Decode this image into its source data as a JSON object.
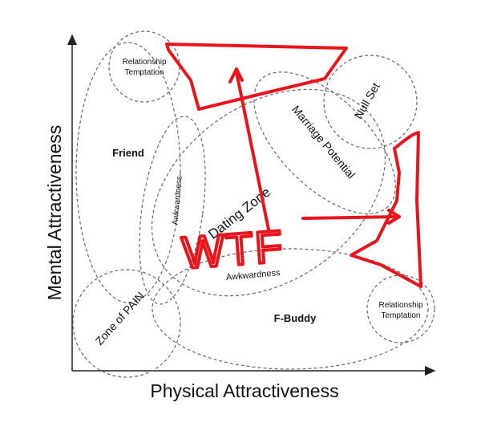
{
  "axes": {
    "x_label": "Physical Attractiveness",
    "y_label": "Mental Attractiveness"
  },
  "zones": {
    "relationship_temptation_top": [
      "Relationship",
      "Temptation"
    ],
    "null_set": "Null Set",
    "friend": "Friend",
    "awkwardness_vertical": "Awkwardness",
    "dating_zone": "Dating Zone",
    "marriage_potential": "Marriage Potential",
    "awkwardness_horizontal": "Awkwardness",
    "zone_of_pain": "Zone of PAIN",
    "f_buddy": "F-Buddy",
    "relationship_temptation_bottom": [
      "Relationship",
      "Temptation"
    ]
  },
  "annotation": {
    "handwritten": "WTF",
    "color": "#e8141b"
  }
}
